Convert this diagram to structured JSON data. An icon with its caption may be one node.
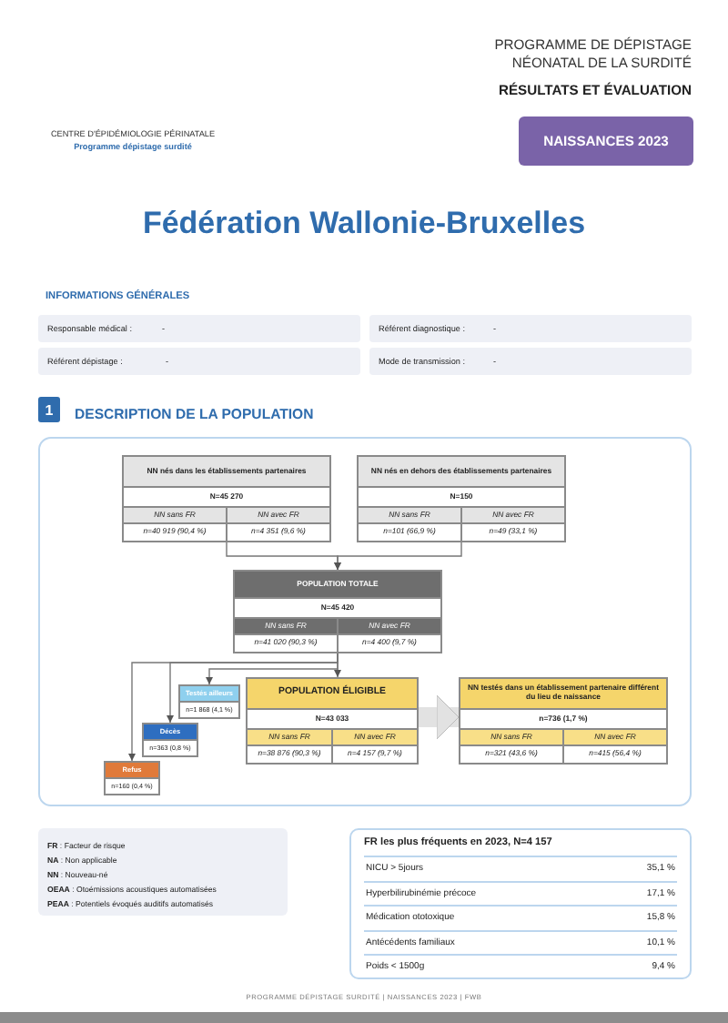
{
  "diagram": {
    "title": "Fédération Wallonie-Bruxelles",
    "nodes": [
      {
        "text": [
          "NN nés dans les établissements partenaires",
          "N=45 270",
          "NN sans FR",
          "NN avec FR",
          "n=40 919 (90,4 %)",
          "n=4 351 (9,6 %)"
        ]
      },
      {
        "text": [
          "NN nés en dehors des établissements partenaires",
          "N=150",
          "NN sans FR",
          "NN avec FR",
          "n=101 (66,9 %)",
          "n=49 (33,1 %)"
        ]
      },
      {
        "text": [
          "POPULATION TOTALE",
          "N=45 420",
          "NN sans FR",
          "NN avec FR",
          "n=41 020 (90,3 %)",
          "n=4 400 (9,7 %)"
        ]
      },
      {
        "text": [
          "Testés ailleurs",
          "n=1 868 (4,1 %)"
        ]
      },
      {
        "text": [
          "Décès",
          "n=363 (0,8 %)"
        ]
      },
      {
        "text": [
          "Refus",
          "n=160 (0,4 %)"
        ]
      },
      {
        "text": [
          "POPULATION ÉLIGIBLE",
          "N=43 033",
          "NN sans FR",
          "NN avec FR",
          "n=38 876 (90,3 %)",
          "n=4 157 (9,7 %)"
        ]
      },
      {
        "text": [
          "NN testés dans un établissement partenaire différent du lieu de naissance",
          "n=736 (1,7 %)",
          "NN sans FR",
          "NN avec FR",
          "n=321 (43,6 %)",
          "n=415 (56,4 %)"
        ]
      }
    ],
    "edges": [
      {
        "from": 0,
        "to": 2,
        "arrow": "to"
      },
      {
        "from": 1,
        "to": 2,
        "arrow": "to"
      },
      {
        "from": 2,
        "to": 6,
        "arrow": "to"
      },
      {
        "from": 2,
        "to": 3,
        "arrow": "to"
      },
      {
        "from": 2,
        "to": 4,
        "arrow": "to"
      },
      {
        "from": 2,
        "to": 5,
        "arrow": "to"
      },
      {
        "from": 6,
        "to": 7,
        "arrow": "to",
        "style": "thick",
        "color": "#e2e2e2"
      }
    ],
    "labels": [
      "CENTRE D'ÉPIDÉMIOLOGIE PÉRINATALE",
      "Programme dépistage surdité",
      "PROGRAMME DE DÉPISTAGE NÉONATAL DE LA SURDITÉ",
      "RÉSULTATS ET ÉVALUATION",
      "NAISSANCES 2023",
      "INFORMATIONS GÉNÉRALES",
      "Responsable médical :",
      "-",
      "Référent diagnostique :",
      "-",
      "Référent dépistage :",
      "-",
      "Mode de transmission :",
      "-",
      "1",
      "DESCRIPTION DE LA POPULATION",
      "**FR** : Facteur de risque",
      "**NA** : Non applicable",
      "**NN** : Nouveau-né",
      "**OEAA** : Otoémissions acoustiques automatisées",
      "**PEAA** : Potentiels évoqués auditifs automatisés",
      "FR les plus fréquents en 2023, N=4 157",
      "NICU > 5jours",
      "35,1 %",
      "Hyperbilirubinémie précoce",
      "17,1 %",
      "Médication ototoxique",
      "15,8 %",
      "Antécédents familiaux",
      "10,1 %",
      "Poids < 1500g",
      "9,4 %",
      "PROGRAMME DÉPISTAGE SURDITÉ | NAISSANCES 2023 | FWB"
    ]
  }
}
